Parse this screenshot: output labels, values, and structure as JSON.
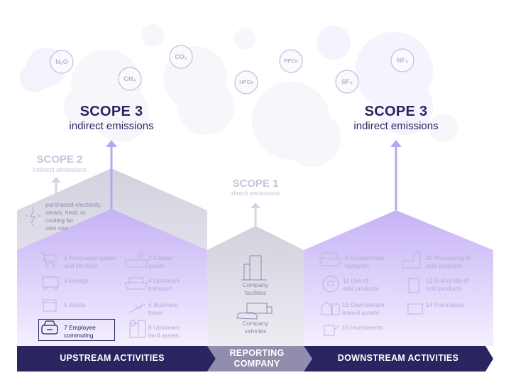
{
  "colors": {
    "dark": "#2a2560",
    "purple": "#c9b6f7",
    "grey": "#d8d6e2",
    "muted": "#8e8aae"
  },
  "gases": [
    "N₂O",
    "CH₄",
    "CO₂",
    "HFCs",
    "PFCs",
    "SF₆",
    "NF₃"
  ],
  "scope3_left": {
    "title": "SCOPE 3",
    "subtitle": "indirect emissions"
  },
  "scope3_right": {
    "title": "SCOPE 3",
    "subtitle": "indirect emissions"
  },
  "scope2": {
    "title": "SCOPE 2",
    "subtitle": "indirect emissions",
    "description": "purchased electricity,\nsteam, heat, or\ncooling for\nown use"
  },
  "scope1": {
    "title": "SCOPE 1",
    "subtitle": "direct emissions"
  },
  "upstream": [
    {
      "num": "1",
      "label": "Purchased goods\nand services",
      "icon": "shopping-cart-icon"
    },
    {
      "num": "2",
      "label": "Capital\ngoods",
      "icon": "factory-icon"
    },
    {
      "num": "3",
      "label": "Energy",
      "icon": "coal-cart-icon"
    },
    {
      "num": "4",
      "label": "Upstream\ntransport",
      "icon": "cargo-ship-icon"
    },
    {
      "num": "5",
      "label": "Waste",
      "icon": "dumpster-icon"
    },
    {
      "num": "6",
      "label": "Business\ntravel",
      "icon": "airplane-icon"
    },
    {
      "num": "7",
      "label": "Employee\ncommuting",
      "icon": "car-icon",
      "highlighted": true
    },
    {
      "num": "8",
      "label": "Upstream\nland assets",
      "icon": "buildings-icon"
    }
  ],
  "company": [
    {
      "label": "Company\nfacilities",
      "icon": "office-building-icon"
    },
    {
      "label": "Company\nvehicles",
      "icon": "truck-car-icon"
    }
  ],
  "downstream": [
    {
      "num": "9",
      "label": "Downstream\ntransport",
      "icon": "cargo-ship-icon"
    },
    {
      "num": "10",
      "label": "Processing of\nsold products",
      "icon": "factory-icon"
    },
    {
      "num": "11",
      "label": "Use of\nsold products",
      "icon": "plug-icon"
    },
    {
      "num": "12",
      "label": "End-of-life of\nsold products",
      "icon": "recycle-bin-icon"
    },
    {
      "num": "13",
      "label": "Downstream\nleased assets",
      "icon": "house-money-icon"
    },
    {
      "num": "14",
      "label": "Franchises",
      "icon": "storefront-icon"
    },
    {
      "num": "15",
      "label": "Investments",
      "icon": "watering-can-icon"
    }
  ],
  "banner": {
    "upstream": "UPSTREAM ACTIVITIES",
    "reporting": "REPORTING\nCOMPANY",
    "downstream": "DOWNSTREAM ACTIVITIES"
  }
}
